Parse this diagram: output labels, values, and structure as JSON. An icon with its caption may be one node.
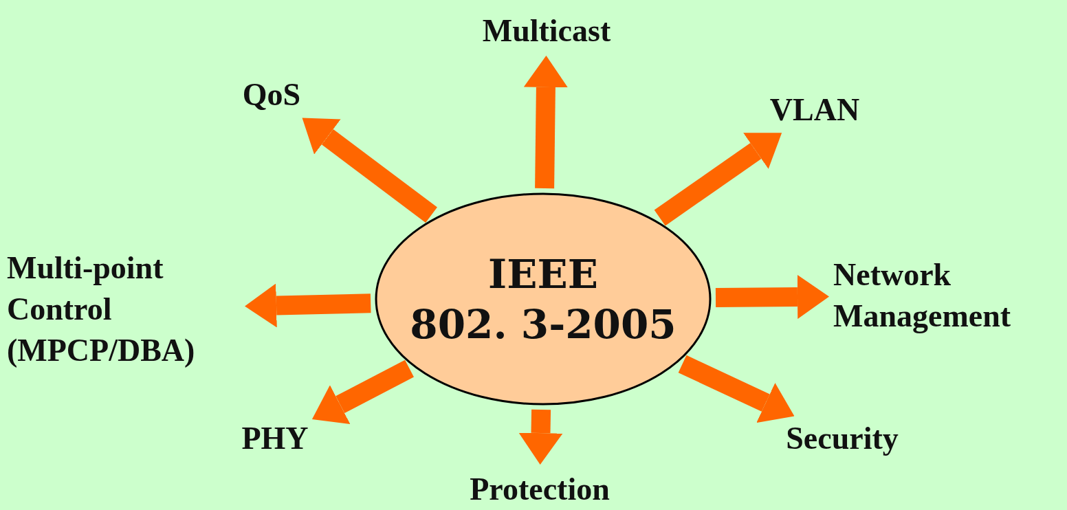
{
  "diagram": {
    "nodes": [
      {
        "text": [
          "Multicast"
        ]
      },
      {
        "text": [
          "QoS"
        ]
      },
      {
        "text": [
          "VLAN"
        ]
      },
      {
        "text": [
          "Multi-point Control (MPCP/DBA)"
        ]
      },
      {
        "text": [
          "IEEE",
          "802. 3-2005"
        ]
      },
      {
        "text": [
          "Network Management"
        ]
      },
      {
        "text": [
          "PHY"
        ]
      },
      {
        "text": [
          "Security"
        ]
      },
      {
        "text": [
          "Protection"
        ]
      }
    ],
    "edges": [
      {
        "from": 4,
        "to": 0,
        "arrow": "to"
      },
      {
        "from": 4,
        "to": 1,
        "arrow": "to"
      },
      {
        "from": 4,
        "to": 2,
        "arrow": "to"
      },
      {
        "from": 4,
        "to": 3,
        "arrow": "to"
      },
      {
        "from": 4,
        "to": 5,
        "arrow": "to"
      },
      {
        "from": 4,
        "to": 6,
        "arrow": "to"
      },
      {
        "from": 4,
        "to": 7,
        "arrow": "to"
      },
      {
        "from": 4,
        "to": 8,
        "arrow": "to"
      }
    ]
  }
}
